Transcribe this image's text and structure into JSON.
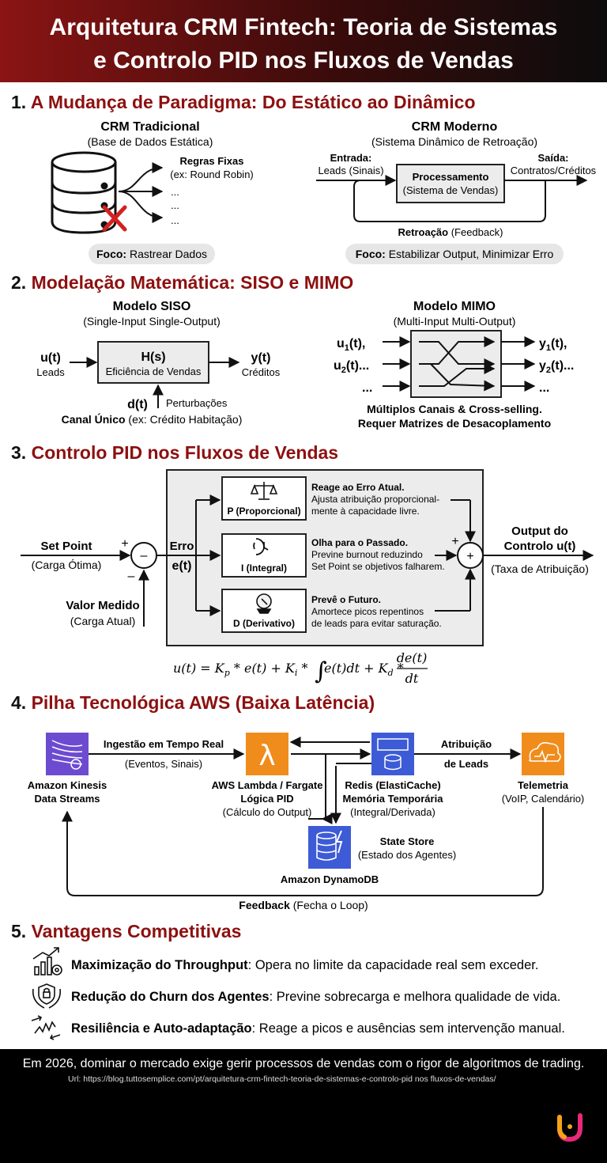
{
  "header": {
    "title_line1": "Arquitetura CRM Fintech: Teoria de Sistemas",
    "title_line2": "e Controlo PID nos Fluxos de Vendas"
  },
  "s1": {
    "num": "1.",
    "title": "A Mudança de Paradigma: Do Estático ao Dinâmico",
    "trad_title": "CRM Tradicional",
    "trad_sub": "(Base de Dados Estática)",
    "rules_title": "Regras Fixas",
    "rules_sub": "(ex: Round Robin)",
    "dots": "...",
    "trad_focus_label": "Foco:",
    "trad_focus_text": " Rastrear Dados",
    "mod_title": "CRM Moderno",
    "mod_sub": "(Sistema Dinâmico de Retroação)",
    "input_label": "Entrada:",
    "input_text": "Leads (Sinais)",
    "proc_title": "Processamento",
    "proc_sub": "(Sistema de Vendas)",
    "output_label": "Saída:",
    "output_text": "Contratos/Créditos",
    "feedback_label": "Retroação",
    "feedback_text": " (Feedback)",
    "mod_focus_label": "Foco:",
    "mod_focus_text": " Estabilizar Output, Minimizar Erro"
  },
  "s2": {
    "num": "2.",
    "title": "Modelação Matemática: SISO e MIMO",
    "siso_title": "Modelo SISO",
    "siso_sub": "(Single-Input Single-Output)",
    "u_label": "u(t)",
    "u_sub": "Leads",
    "h_label": "H(s)",
    "h_sub": "Eficiência de Vendas",
    "y_label": "y(t)",
    "y_sub": "Créditos",
    "d_label": "d(t)",
    "d_sub": "Perturbações",
    "canal_label": "Canal Único",
    "canal_text": " (ex: Crédito Habitação)",
    "mimo_title": "Modelo MIMO",
    "mimo_sub": "(Multi-Input Multi-Output)",
    "in1": "u",
    "in1_sub": "1",
    "in1_tail": "(t),",
    "in2": "u",
    "in2_sub": "2",
    "in2_tail": "(t)...",
    "in3": "...",
    "out1": "y",
    "out1_sub": "1",
    "out1_tail": "(t),",
    "out2": "y",
    "out2_sub": "2",
    "out2_tail": "(t)...",
    "out3": "...",
    "mimo_note1": "Múltiplos Canais & Cross-selling.",
    "mimo_note2": "Requer Matrizes de Desacoplamento"
  },
  "s3": {
    "num": "3.",
    "title": "Controlo PID nos Fluxos de Vendas",
    "setpoint": "Set Point",
    "setpoint_sub": "(Carga Ótima)",
    "plus": "+",
    "minus": "–",
    "erro": "Erro",
    "et": "e(t)",
    "measured": "Valor Medido",
    "measured_sub": "(Carga Atual)",
    "p_box": "P (Proporcional)",
    "p_title": "Reage ao Erro Atual.",
    "p_l1": "Ajusta atribuição proporcional-",
    "p_l2": "mente à capacidade livre.",
    "i_box": "I (Integral)",
    "i_title": "Olha para o Passado.",
    "i_l1": "Previne burnout reduzindo",
    "i_l2": "Set Point se objetivos falharem.",
    "d_box": "D (Derivativo)",
    "d_title": "Prevê o Futuro.",
    "d_l1": "Amortece picos repentinos",
    "d_l2": "de leads para evitar saturação.",
    "output1": "Output do",
    "output2": "Controlo u(t)",
    "output_sub": "(Taxa de Atribuição)",
    "formula_left": "u(t) = K",
    "formula_p": "p",
    "formula_mid1": " * e(t) + K",
    "formula_i": "i",
    "formula_mid2": " *",
    "formula_int": "∫",
    "formula_mid3": " e(t)dt + K",
    "formula_d": "d",
    "formula_mid4": " *",
    "frac_num": "de(t)",
    "frac_den": "dt"
  },
  "s4": {
    "num": "4.",
    "title": "Pilha Tecnológica AWS (Baixa Latência)",
    "kinesis1": "Amazon Kinesis",
    "kinesis2": "Data Streams",
    "ingest1": "Ingestão em Tempo Real",
    "ingest2": "(Eventos, Sinais)",
    "lambda1": "AWS Lambda / Fargate",
    "lambda2": "Lógica PID",
    "lambda3": "(Cálculo do Output)",
    "redis1": "Redis (ElastiCache)",
    "redis2": "Memória Temporária",
    "redis3": "(Integral/Derivada)",
    "attrib1": "Atribuição",
    "attrib2": "de Leads",
    "tele1": "Telemetria",
    "tele2": "(VoIP, Calendário)",
    "state1": "State Store",
    "state2": "(Estado dos Agentes)",
    "dynamo": "Amazon DynamoDB",
    "feedback_label": "Feedback",
    "feedback_text": " (Fecha o Loop)",
    "colors": {
      "kinesis": "#6d4bd1",
      "lambda": "#f08c1c",
      "redis": "#3d5bd6",
      "tele": "#f08c1c",
      "dynamo": "#3d5bd6"
    }
  },
  "s5": {
    "num": "5.",
    "title": "Vantagens Competitivas",
    "items": [
      {
        "bold": "Maximização do Throughput",
        "text": ": Opera no limite da capacidade real sem exceder.",
        "icon": "growth-chart-icon"
      },
      {
        "bold": "Redução do Churn dos Agentes",
        "text": ": Previne sobrecarga e melhora qualidade de vida.",
        "icon": "hands-shield-icon"
      },
      {
        "bold": "Resiliência e Auto-adaptação",
        "text": ": Reage a picos e ausências sem intervenção manual.",
        "icon": "spring-arrows-icon"
      }
    ]
  },
  "footer": {
    "text": "Em 2026, dominar o mercado exige gerir processos de vendas com o rigor de algoritmos de trading.",
    "url": "Url: https://blog.tuttosemplice.com/pt/arquitetura-crm-fintech-teoria-de-sistemas-e-controlo-pid nos fluxos-de-vendas/"
  },
  "colors": {
    "header_left": "#8b1414",
    "header_right": "#0c0c0c",
    "accent": "#8d1010",
    "red_x": "#d42020"
  }
}
